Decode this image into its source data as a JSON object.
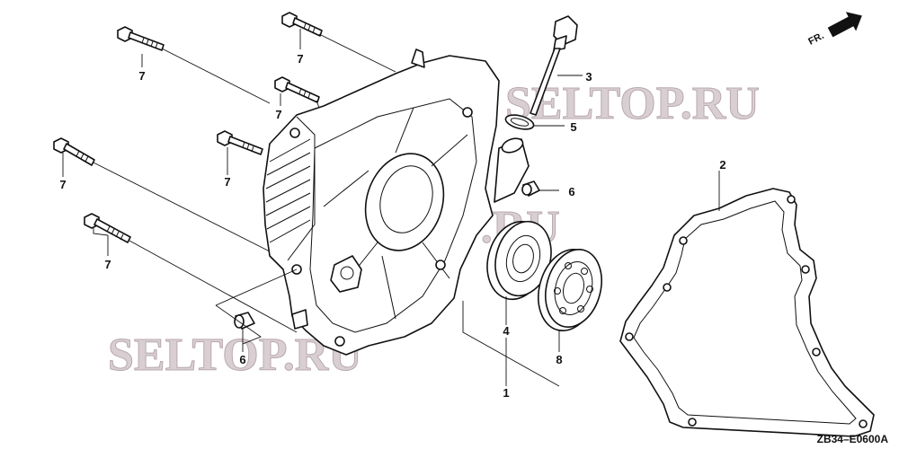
{
  "diagram": {
    "code": "ZB34–E0600A",
    "direction_label": "FR.",
    "watermarks": [
      "SELTOP.RU",
      "SELTOP.RU",
      "SELTOP.RU"
    ],
    "callouts": [
      {
        "number": "1"
      },
      {
        "number": "2"
      },
      {
        "number": "3"
      },
      {
        "number": "4"
      },
      {
        "number": "5"
      },
      {
        "number": "6"
      },
      {
        "number": "6"
      },
      {
        "number": "7"
      },
      {
        "number": "7"
      },
      {
        "number": "7"
      },
      {
        "number": "7"
      },
      {
        "number": "7"
      },
      {
        "number": "7"
      },
      {
        "number": "8"
      }
    ]
  }
}
